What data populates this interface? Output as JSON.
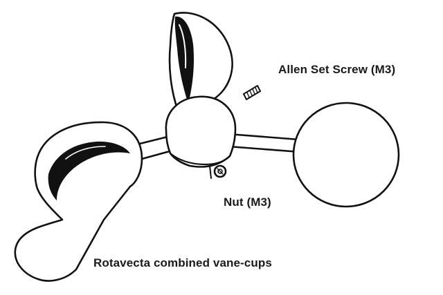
{
  "diagram": {
    "labels": {
      "allen_set_screw": "Allen Set Screw (M3)",
      "nut": "Nut (M3)",
      "vane_cups": "Rotavecta combined vane-cups"
    },
    "colors": {
      "stroke": "#111111",
      "fill": "#ffffff",
      "shadow": "#111111",
      "text": "#1a1a1a"
    }
  }
}
